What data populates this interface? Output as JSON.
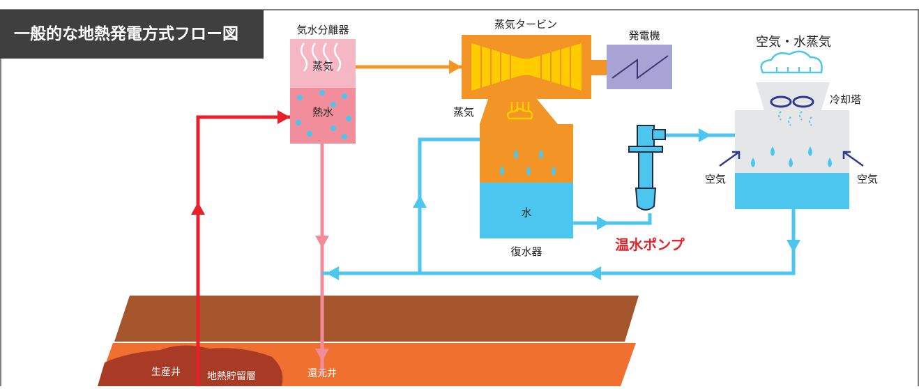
{
  "title": "一般的な地熱発電方式フロー図",
  "labels": {
    "separator": "気水分離器",
    "separator_steam": "蒸気",
    "separator_hotwater": "熱水",
    "turbine": "蒸気タービン",
    "generator": "発電機",
    "condenser_steam": "蒸気",
    "condenser_water": "水",
    "condenser": "復水器",
    "pump": "温水ポンプ",
    "tower_top": "空気・水蒸気",
    "cooling_tower": "冷却塔",
    "air_left": "空気",
    "air_right": "空気",
    "production_well": "生産井",
    "reservoir": "地熱貯留層",
    "reinjection_well": "還元井"
  },
  "colors": {
    "title_bg": "#3f3f3f",
    "hot_red": "#e8202a",
    "reinjection_pink": "#f28c9a",
    "steam_orange": "#f39426",
    "cool_blue": "#4cc6ee",
    "turbine_yellow": "#ffcc00",
    "generator_purple": "#a7a3d4",
    "ground_brown": "#a5552b",
    "ground_orange": "#f07030",
    "pump_red_text": "#e8202a"
  }
}
